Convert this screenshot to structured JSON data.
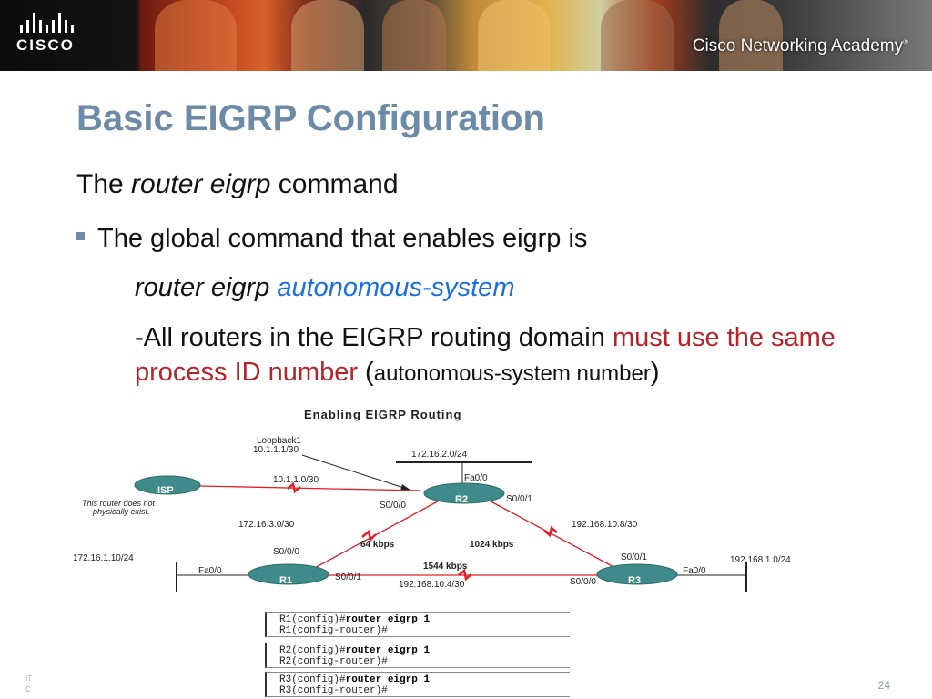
{
  "header": {
    "logo_text": "CISCO",
    "academy_text": "Cisco Networking Academy",
    "academy_mark": "®"
  },
  "slide": {
    "title": "Basic EIGRP Configuration",
    "subtitle_pre": "The ",
    "subtitle_italic": "router eigrp",
    "subtitle_post": " command",
    "bullet": "The global command that enables eigrp is",
    "command_plain": "router eigrp ",
    "command_param": "autonomous-system",
    "note_pre": "-All routers in the EIGRP routing domain ",
    "note_red": "must use the same process ID number",
    "note_paren_open": " (",
    "note_small": "autonomous-system number",
    "note_close": ")",
    "page_number": "24",
    "footer_left_1": "IT",
    "footer_left_2": "C"
  },
  "figure": {
    "title": "Enabling EIGRP Routing",
    "loopback_name": "Loopback1",
    "loopback_ip": "10.1.1.1/30",
    "net_r2_lan": "172.16.2.0/24",
    "net_isp_link": "10.1.1.0/30",
    "isp_label": "ISP",
    "isp_note_1": "This router does not",
    "isp_note_2": "physically exist.",
    "r1_label": "R1",
    "r2_label": "R2",
    "r3_label": "R3",
    "r2_fa": "Fa0/0",
    "r2_s000": "S0/0/0",
    "r2_s001": "S0/0/1",
    "net_r1_r2": "172.16.3.0/30",
    "net_r2_r3": "192.168.10.8/30",
    "bw_r1_r2": "64 kbps",
    "bw_r2_r3": "1024 kbps",
    "bw_r1_r3": "1544 kbps",
    "net_r1_lan": "172.16.1.10/24",
    "net_r3_lan": "192.168.1.0/24",
    "net_r1_r3": "192.168.10.4/30",
    "r1_s000": "S0/0/0",
    "r1_fa": "Fa0/0",
    "r1_s001": "S0/0/1",
    "r3_s001": "S0/0/1",
    "r3_s000": "S0/0/0",
    "r3_fa": "Fa0/0"
  },
  "commands": [
    {
      "prompt1": "R1(config)#",
      "cmd1": "router eigrp 1",
      "prompt2": "R1(config-router)#"
    },
    {
      "prompt1": "R2(config)#",
      "cmd1": "router eigrp 1",
      "prompt2": "R2(config-router)#"
    },
    {
      "prompt1": "R3(config)#",
      "cmd1": "router eigrp 1",
      "prompt2": "R3(config-router)#"
    }
  ],
  "colors": {
    "title": "#6d8aa6",
    "param_blue": "#1a6ee0",
    "emphasis_red": "#b5242a",
    "router_teal": "#3f8a8a",
    "link_red": "#e0202a"
  }
}
